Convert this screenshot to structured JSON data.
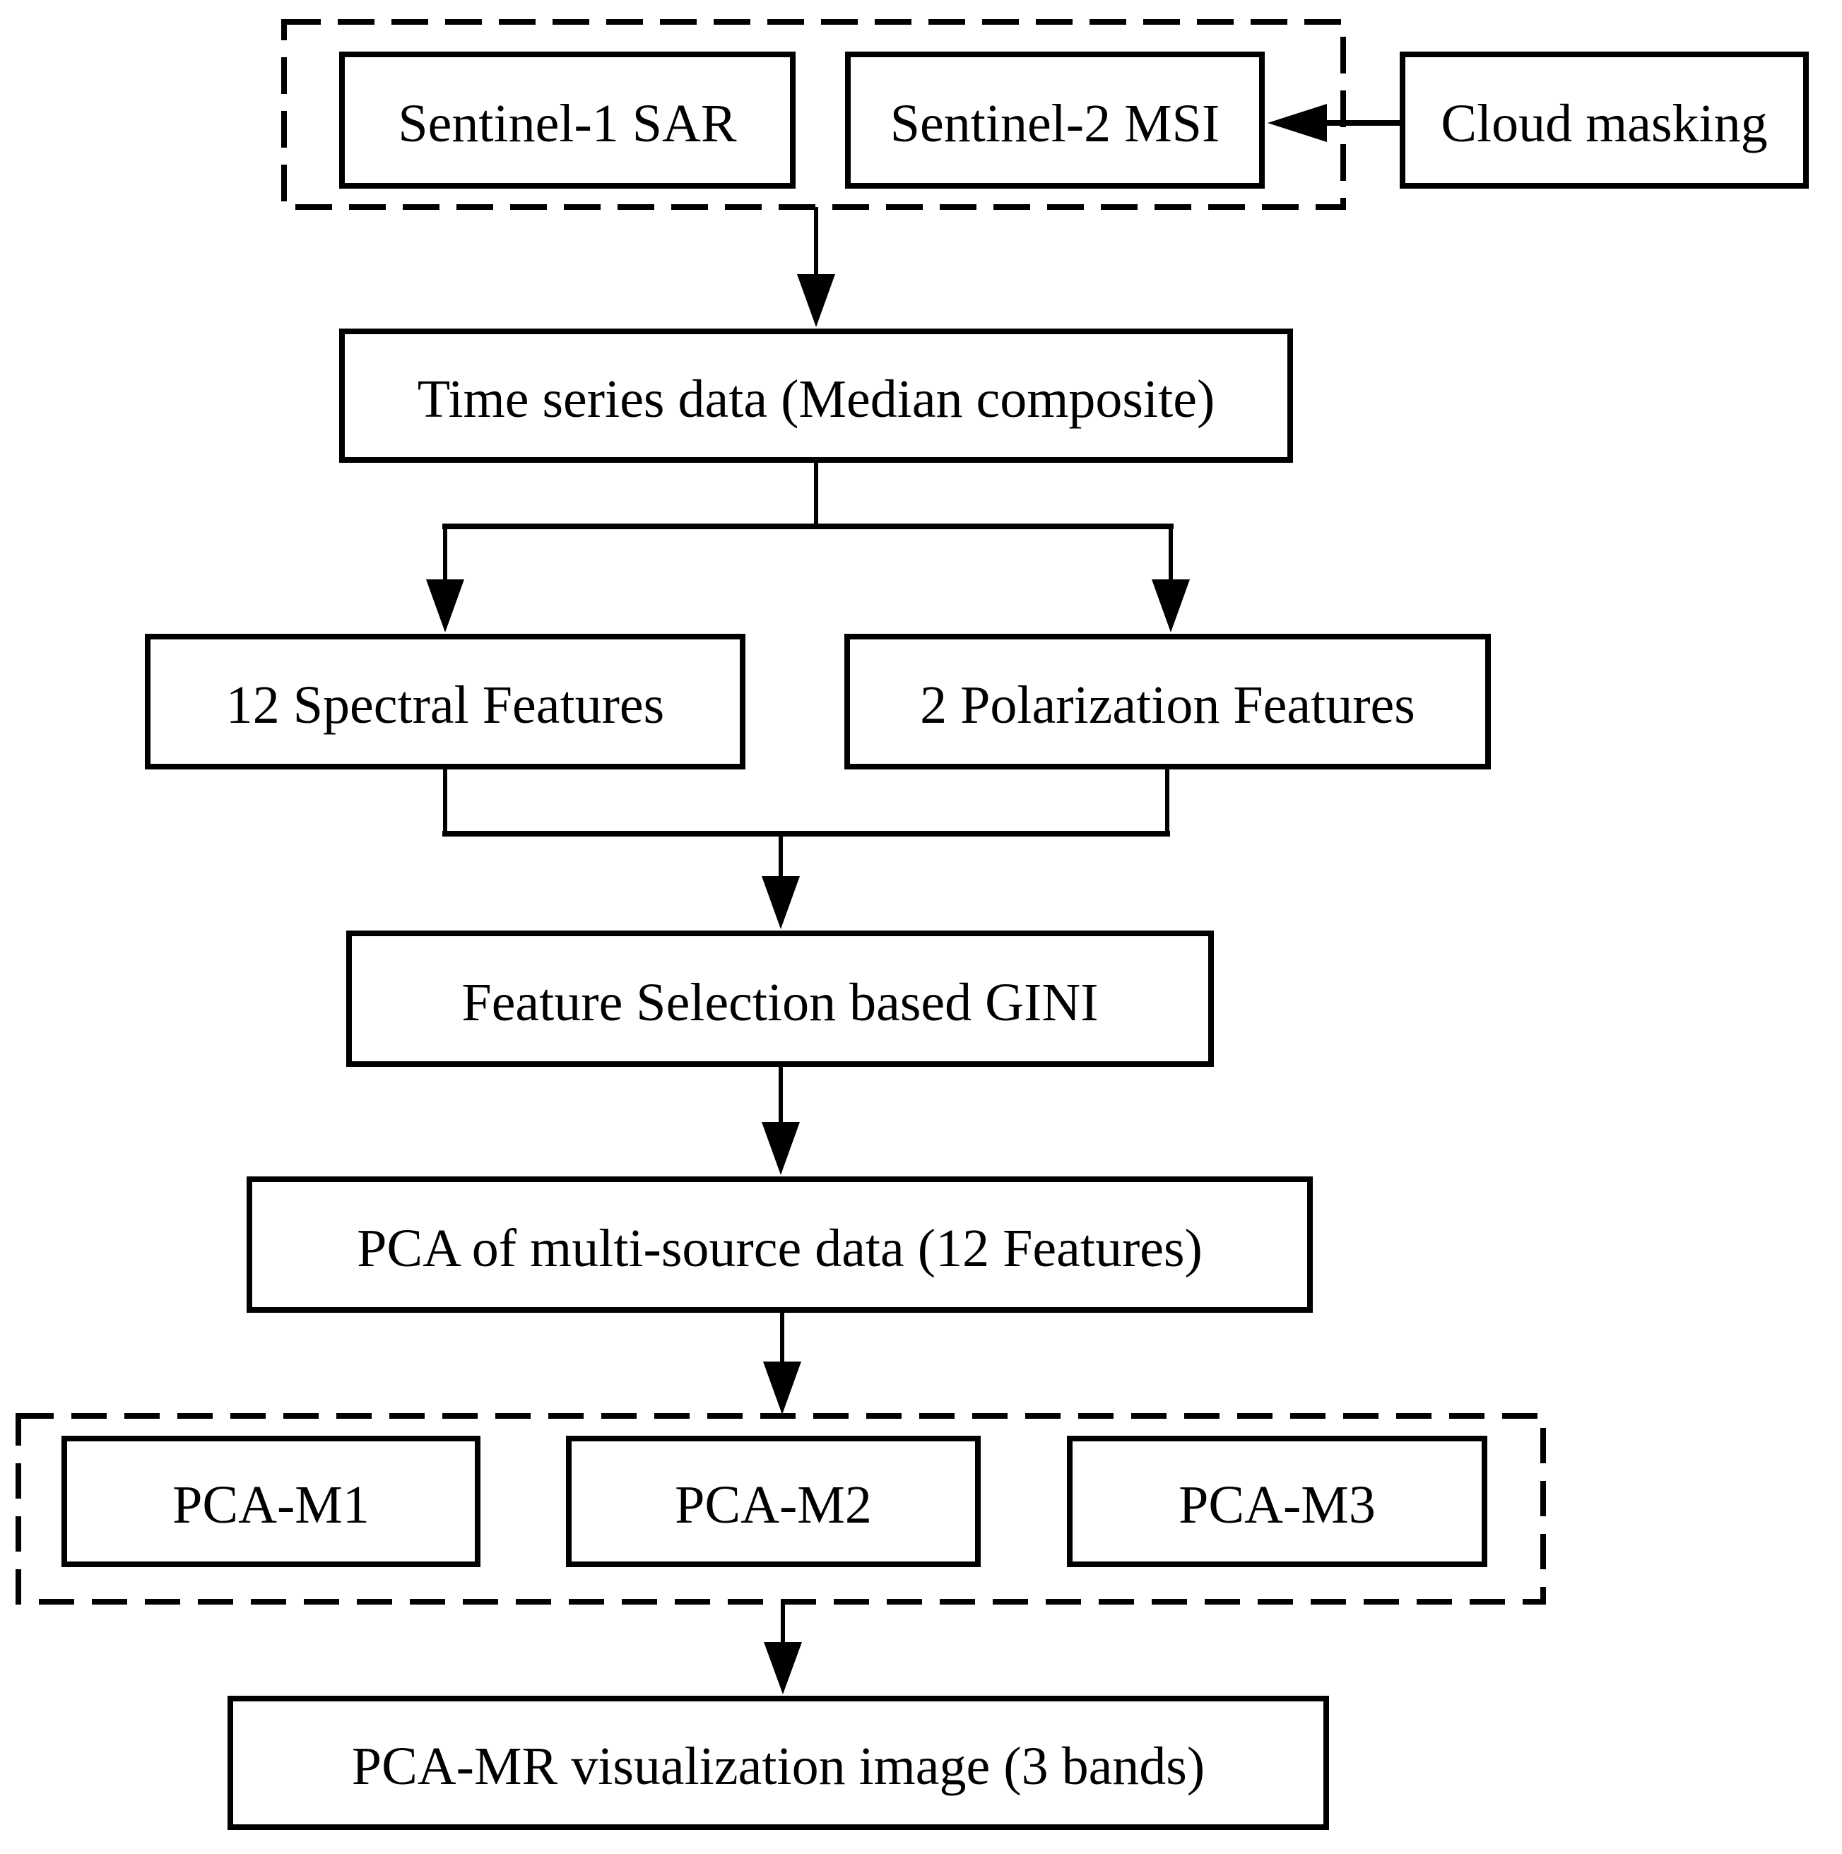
{
  "diagram": {
    "type": "flowchart",
    "background_color": "#ffffff",
    "line_color": "#000000",
    "box_fill_color": "#ffffff",
    "nodes": {
      "sentinel1": {
        "label": "Sentinel-1 SAR"
      },
      "sentinel2": {
        "label": "Sentinel-2 MSI"
      },
      "cloud_masking": {
        "label": "Cloud masking"
      },
      "time_series": {
        "label": "Time series data (Median composite)"
      },
      "spectral_features": {
        "label": "12 Spectral Features"
      },
      "polarization_features": {
        "label": "2 Polarization Features"
      },
      "feature_selection": {
        "label": "Feature Selection based GINI"
      },
      "pca_multisource": {
        "label": "PCA of multi-source data (12 Features)"
      },
      "pca_m1": {
        "label": "PCA-M1"
      },
      "pca_m2": {
        "label": "PCA-M2"
      },
      "pca_m3": {
        "label": "PCA-M3"
      },
      "output_image": {
        "label": "PCA-MR visualization image (3 bands)"
      }
    },
    "groups": [
      {
        "id": "inputs-group",
        "style": "dashed",
        "members": [
          "sentinel1",
          "sentinel2"
        ]
      },
      {
        "id": "pca-components-group",
        "style": "dashed",
        "members": [
          "pca_m1",
          "pca_m2",
          "pca_m3"
        ]
      }
    ],
    "edges": [
      {
        "from": "cloud_masking",
        "to": "sentinel2"
      },
      {
        "from": "inputs-group",
        "to": "time_series"
      },
      {
        "from": "time_series",
        "to": "spectral_features"
      },
      {
        "from": "time_series",
        "to": "polarization_features"
      },
      {
        "from": "spectral_features",
        "to": "feature_selection"
      },
      {
        "from": "polarization_features",
        "to": "feature_selection"
      },
      {
        "from": "feature_selection",
        "to": "pca_multisource"
      },
      {
        "from": "pca_multisource",
        "to": "pca-components-group"
      },
      {
        "from": "pca-components-group",
        "to": "output_image"
      }
    ]
  }
}
